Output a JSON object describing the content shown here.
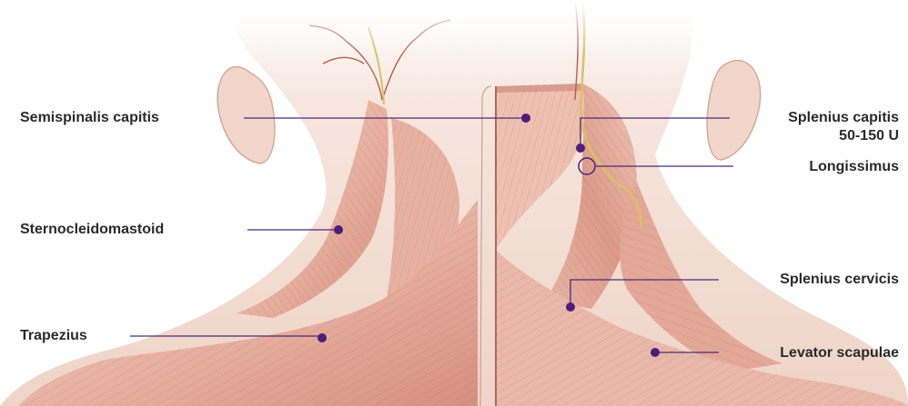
{
  "labels": {
    "semispinalis_capitis": "Semispinalis capitis",
    "sternocleidomastoid": "Sternocleidomastoid",
    "trapezius": "Trapezius",
    "splenius_capitis": "Splenius capitis",
    "splenius_capitis_dose": "50-150 U",
    "longissimus": "Longissimus",
    "splenius_cervicis": "Splenius cervicis",
    "levator_scapulae": "Levator scapulae"
  },
  "colors": {
    "leader_line": "#4b2a7a",
    "marker": "#4b1f78",
    "muscle_light": "#f1cbbf",
    "muscle_mid": "#e2a494",
    "muscle_dark": "#c9786a",
    "skin": "#f2dcd2",
    "nerve": "#d9c16a",
    "vessel": "#b9574a",
    "label_text": "#2a2a2a"
  }
}
